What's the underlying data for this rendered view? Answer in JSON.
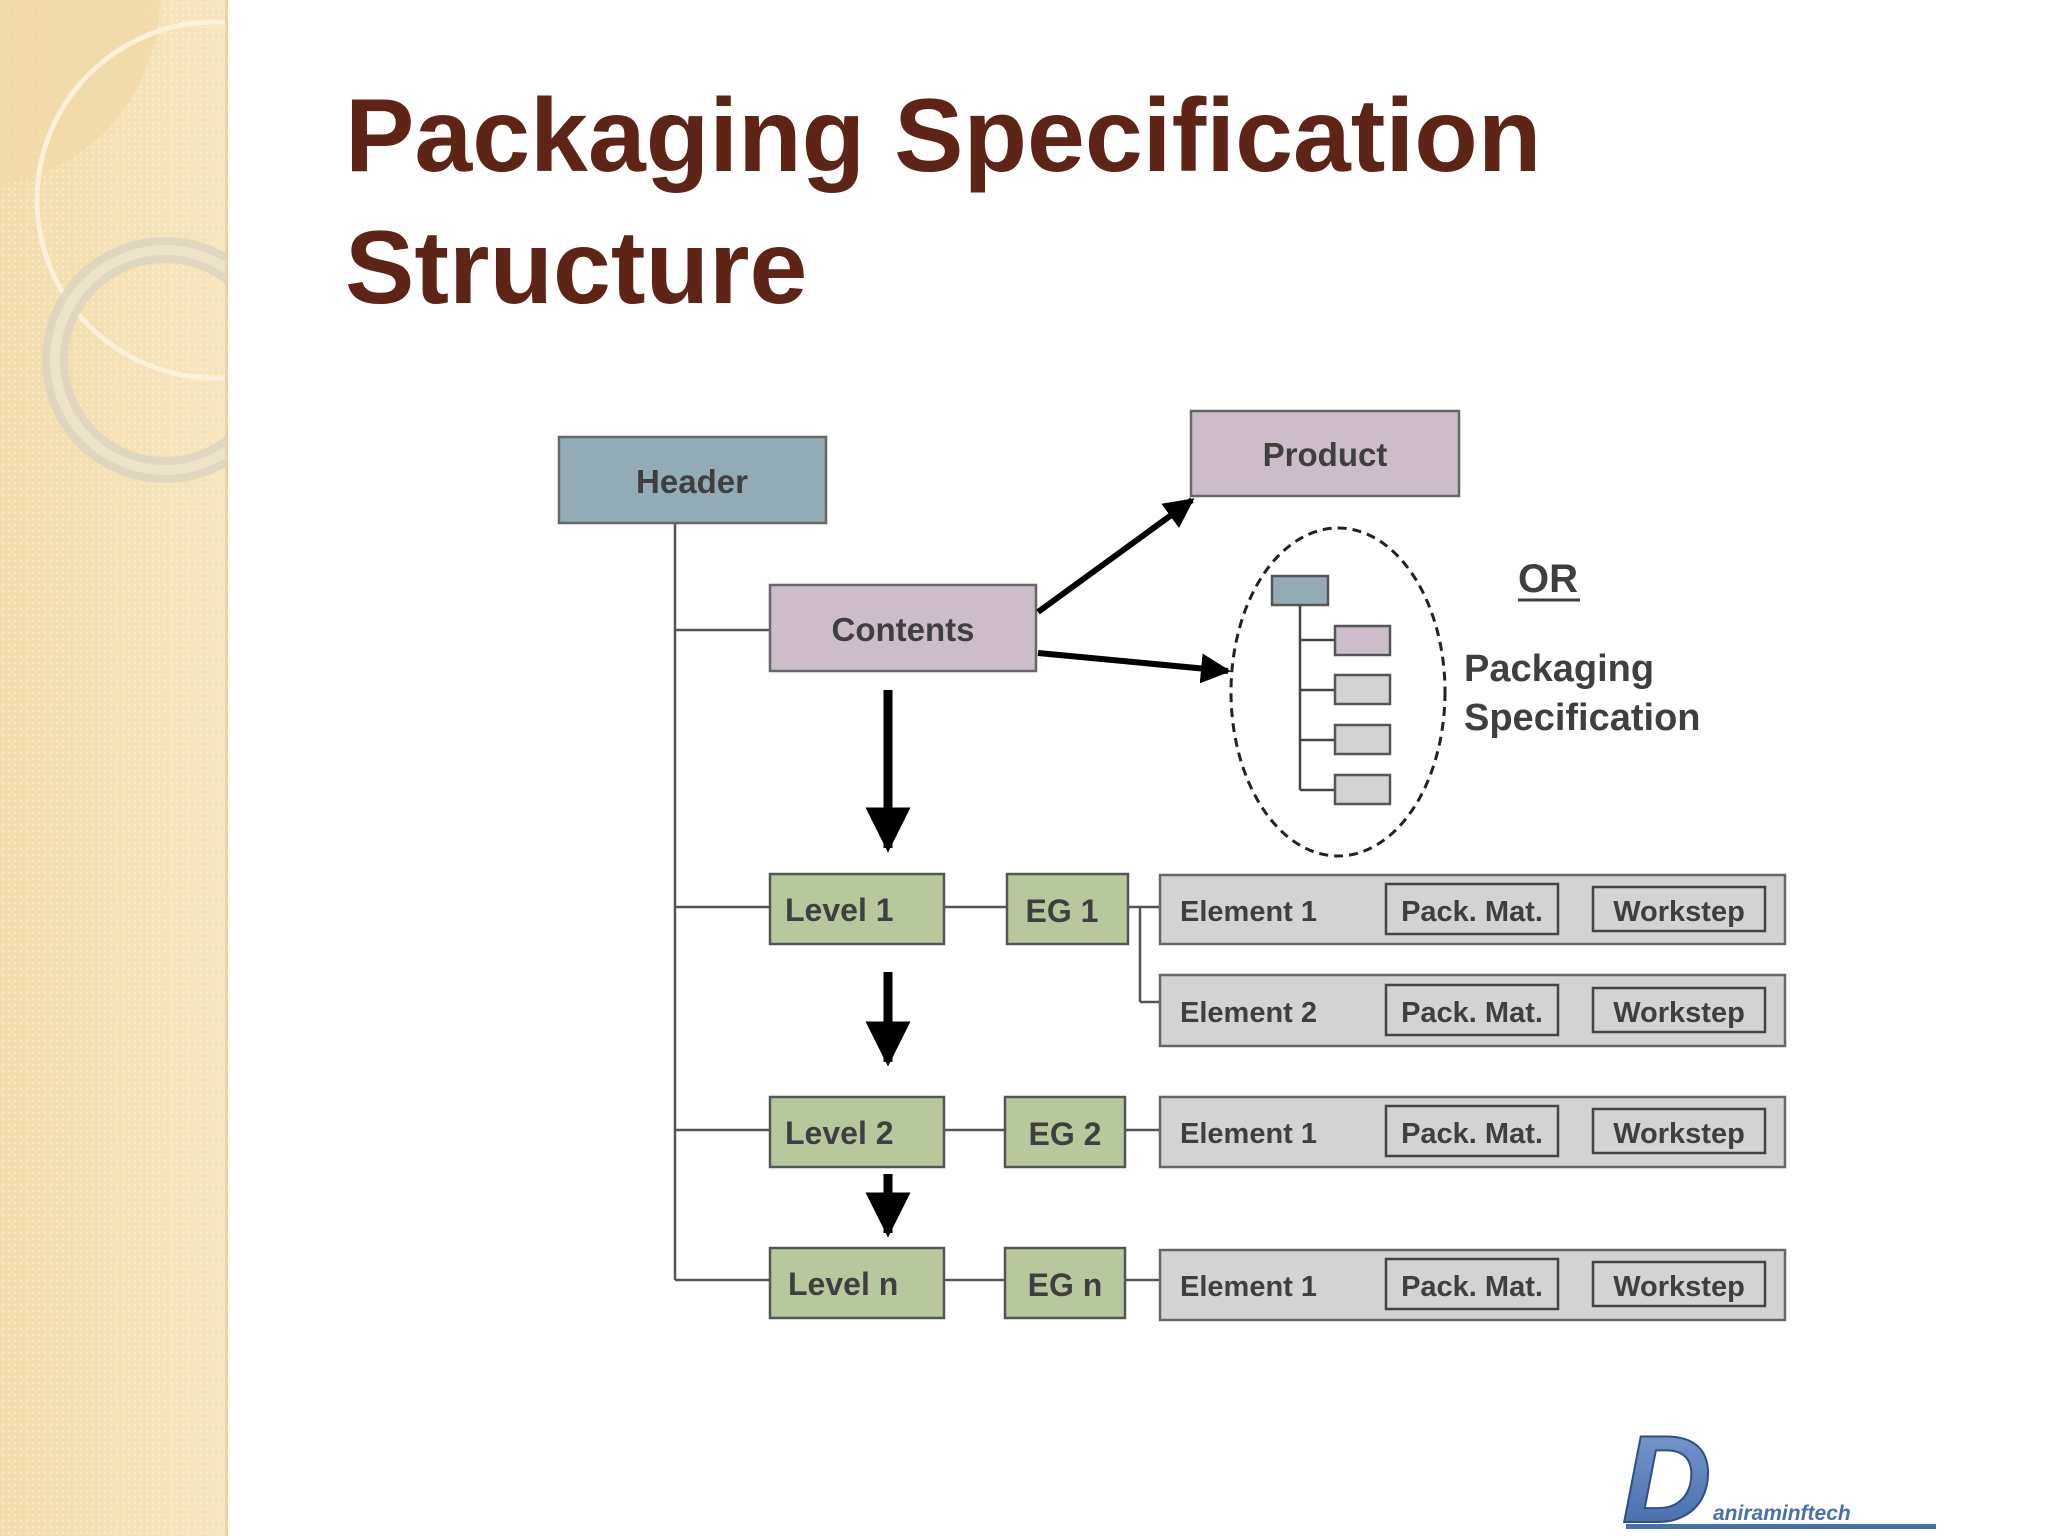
{
  "slide": {
    "title_line1": "Packaging Specification",
    "title_line2": "Structure"
  },
  "diagram": {
    "header": "Header",
    "contents": "Contents",
    "product": "Product",
    "or": "OR",
    "packaging_spec_line1": "Packaging",
    "packaging_spec_line2": "Specification",
    "levels": [
      "Level 1",
      "Level 2",
      "Level n"
    ],
    "element_groups": [
      "EG 1",
      "EG 2",
      "EG n"
    ],
    "rows": [
      {
        "element": "Element 1",
        "pack_mat": "Pack. Mat.",
        "workstep": "Workstep"
      },
      {
        "element": "Element 2",
        "pack_mat": "Pack. Mat.",
        "workstep": "Workstep"
      },
      {
        "element": "Element 1",
        "pack_mat": "Pack. Mat.",
        "workstep": "Workstep"
      },
      {
        "element": "Element 1",
        "pack_mat": "Pack. Mat.",
        "workstep": "Workstep"
      }
    ],
    "colors": {
      "header_fill": "#93abb4",
      "contents_fill": "#cdbdcb",
      "level_fill": "#b8c89d",
      "element_row_fill": "#d3d3d3",
      "title_color": "#5e2516"
    }
  },
  "logo": {
    "letter": "D",
    "wordmark": "aniraminftech"
  }
}
